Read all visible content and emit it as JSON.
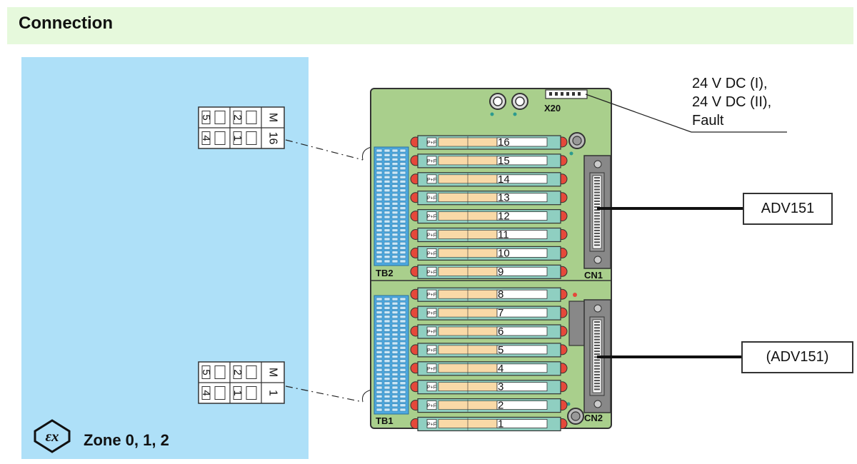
{
  "header": {
    "title": "Connection"
  },
  "zone": {
    "label": "Zone 0, 1, 2",
    "icon": "ex-hazard-icon"
  },
  "terminal_blocks": {
    "upper": {
      "row_top": [
        "5",
        "2",
        "M"
      ],
      "row_bottom": [
        "4",
        "1",
        "16"
      ]
    },
    "lower": {
      "row_top": [
        "5",
        "2",
        "M"
      ],
      "row_bottom": [
        "4",
        "1",
        "1"
      ]
    }
  },
  "board": {
    "connector_x20": "X20",
    "tb2": "TB2",
    "tb1": "TB1",
    "cn1": "CN1",
    "cn2": "CN2",
    "slots": [
      "16",
      "15",
      "14",
      "13",
      "12",
      "11",
      "10",
      "9",
      "8",
      "7",
      "6",
      "5",
      "4",
      "3",
      "2",
      "1"
    ],
    "module_badge": "P+F"
  },
  "callout": {
    "lines": [
      "24 V DC (I),",
      "24 V DC (II),",
      "Fault"
    ]
  },
  "labels": {
    "adv151": "ADV151",
    "adv151_paren": "(ADV151)"
  },
  "colors": {
    "header_bg": "#e6f9dc",
    "zone_bg": "#aee0f8",
    "board_green": "#a9cf8c",
    "module_teal": "#8fcfc1",
    "module_label": "#f9d9a7",
    "led_red": "#e5483a",
    "terminal_blue": "#4da9e0"
  }
}
